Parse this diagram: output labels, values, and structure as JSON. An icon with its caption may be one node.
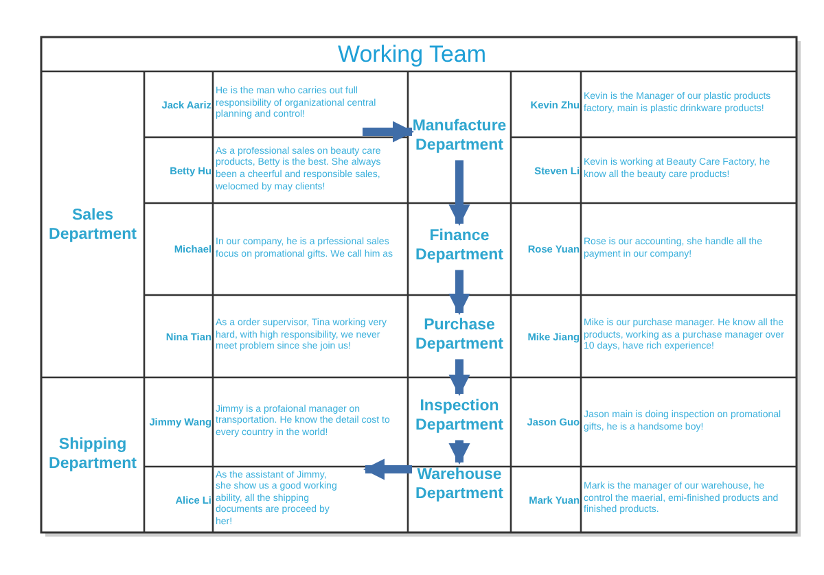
{
  "diagram": {
    "title": "Working Team",
    "nodes": [
      {
        "text": [
          "Sales Department"
        ]
      },
      {
        "text": [
          "Shipping Department"
        ]
      },
      {
        "text": [
          "Manufacture Department"
        ]
      },
      {
        "text": [
          "Finance Department"
        ]
      },
      {
        "text": [
          "Purchase Department"
        ]
      },
      {
        "text": [
          "Inspection Department"
        ]
      },
      {
        "text": [
          "Warehouse Department"
        ]
      }
    ],
    "edges": [
      {
        "from": null,
        "to": 2,
        "arrow": "to"
      },
      {
        "from": 2,
        "to": 3,
        "arrow": "to"
      },
      {
        "from": 3,
        "to": 4,
        "arrow": "to"
      },
      {
        "from": 4,
        "to": 5,
        "arrow": "to"
      },
      {
        "from": 5,
        "to": 6,
        "arrow": "to"
      },
      {
        "from": 6,
        "to": null,
        "arrow": "to"
      }
    ],
    "labels": [
      "Jack Aariz",
      "He is the man who carries out full responsibility of organizational central planning and control!",
      "Kevin Zhu",
      "Kevin is the Manager of our plastic products factory, main is plastic drinkware products!",
      "Betty Hu",
      "As a professional sales on beauty care products, Betty is the best. She always been a cheerful and responsible sales, welocmed by may clients!",
      "Steven Li",
      "Kevin is working at Beauty Care Factory, he know all the beauty care products!",
      "Michael",
      "In our company, he is a prfessional sales focus on promational gifts. We call him as",
      "Rose Yuan",
      "Rose is our accounting, she handle all the payment in our company!",
      "Nina  Tian",
      "As a order supervisor, Tina working very hard, with high responsibility, we never meet problem since she join us!",
      "Mike Jiang",
      "Mike is our purchase manager. He know all the products, working as a purchase manager over 10 days, have rich experience!",
      "Jimmy Wang",
      "Jimmy is a profaional manager on transportation. He know the detail cost to every country in the world!",
      "Jason Guo",
      "Jason main is doing inspection on promational gifts, he is a handsome boy!",
      "Alice Li",
      "As the assistant of Jimmy, she show us a good working ability, all the shipping documents are proceed by her!",
      "Mark Yuan",
      "Mark is the manager of our warehouse, he control the maerial, emi-finished products and finished products."
    ]
  }
}
